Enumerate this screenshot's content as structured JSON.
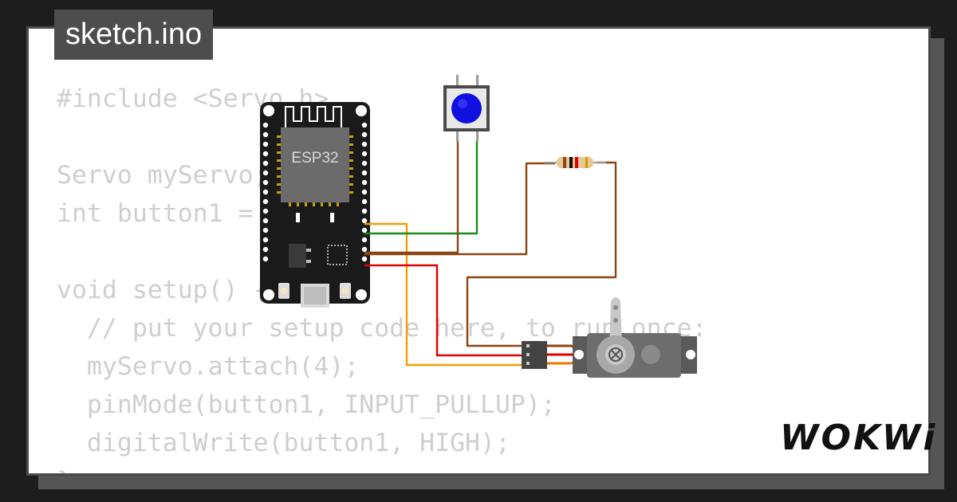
{
  "title": "sketch.ino",
  "brand": "WOKWi",
  "code_lines": [
    "#include <Servo.h>",
    "",
    "Servo myServo;",
    "int button1 = 2;",
    "",
    "void setup() {",
    "  // put your setup code here, to run once:",
    "  myServo.attach(4);",
    "  pinMode(button1, INPUT_PULLUP);",
    "  digitalWrite(button1, HIGH);",
    "}"
  ],
  "board": {
    "chip_label": "ESP32"
  },
  "colors": {
    "background": "#1d1d1d",
    "card": "#ffffff",
    "tab": "#4d4d4d",
    "code_text": "#cfcfcf",
    "wire_brown": "#8b4513",
    "wire_green": "#1a8a1a",
    "wire_orange": "#f0a000",
    "wire_red": "#e00000",
    "button_cap": "#1010e0",
    "servo_body": "#6d6d6d"
  }
}
